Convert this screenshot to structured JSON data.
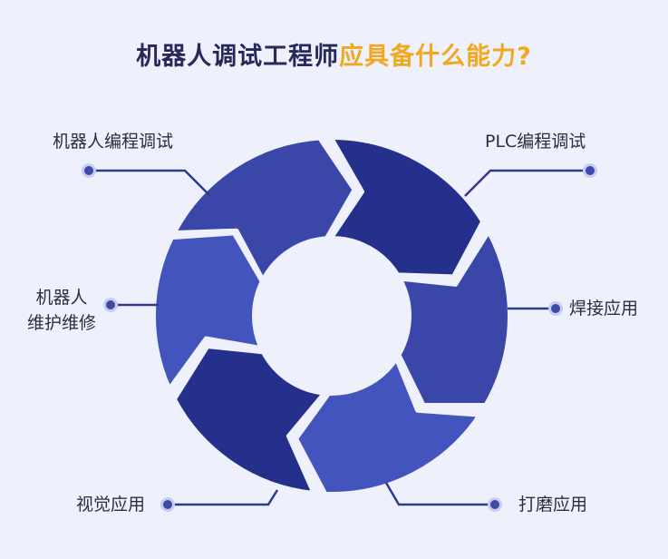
{
  "title": {
    "part1": "机器人调试工程师",
    "part2": "应具备什么能力?",
    "part1_color": "#26295a",
    "part2_color": "#f2a81d"
  },
  "labels": {
    "robot_programming": "机器人编程调试",
    "plc_programming": "PLC编程调试",
    "robot_maintenance_line1": "机器人",
    "robot_maintenance_line2": "维护维修",
    "welding": "焊接应用",
    "vision": "视觉应用",
    "grinding": "打磨应用"
  },
  "colors": {
    "background": "#eef1fb",
    "segment_dark": "#252f8c",
    "segment_mid": "#3a46a8",
    "segment_light": "#4454bd",
    "dot": "#3d4aa8",
    "line": "#2f3a8f"
  }
}
